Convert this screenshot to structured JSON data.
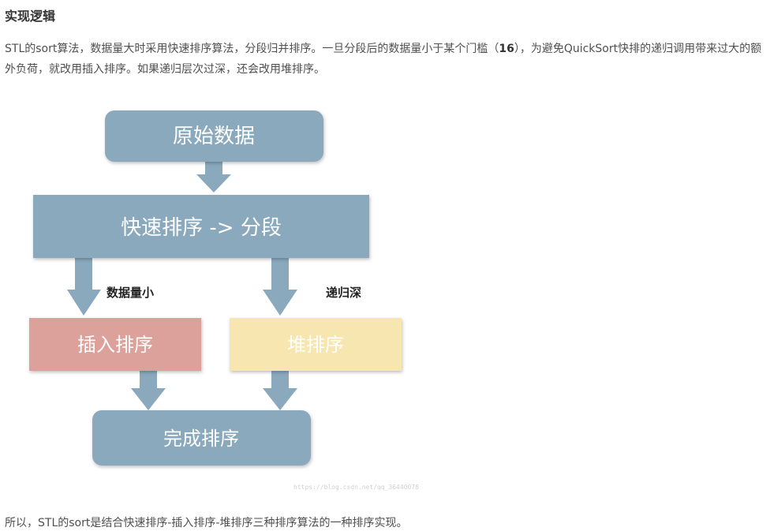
{
  "article": {
    "heading": "实现逻辑",
    "paragraph_1_a": "STL的sort算法，数据量大时采用快速排序算法，分段归并排序。一旦分段后的数据量小于某个门槛（",
    "paragraph_1_b": "16",
    "paragraph_1_c": "），为避免QuickSort快排的递归调用带来过大的额外负荷，就改用插入排序。如果递归层次过深，还会改用堆排序。",
    "conclusion": "所以，STL的sort是结合快速排序-插入排序-堆排序三种排序算法的一种排序实现。"
  },
  "diagram": {
    "nodes": {
      "raw_data": "原始数据",
      "quick_sort": "快速排序 -> 分段",
      "insertion_sort": "插入排序",
      "heap_sort": "堆排序",
      "done": "完成排序"
    },
    "edge_labels": {
      "small_data": "数据量小",
      "deep_recursion": "递归深"
    },
    "watermark": "https://blog.csdn.net/qq_36440078",
    "colors": {
      "steel_blue": "#8aa9bd",
      "insertion_red": "#dca19b",
      "heap_yellow": "#f7e6b0"
    }
  }
}
